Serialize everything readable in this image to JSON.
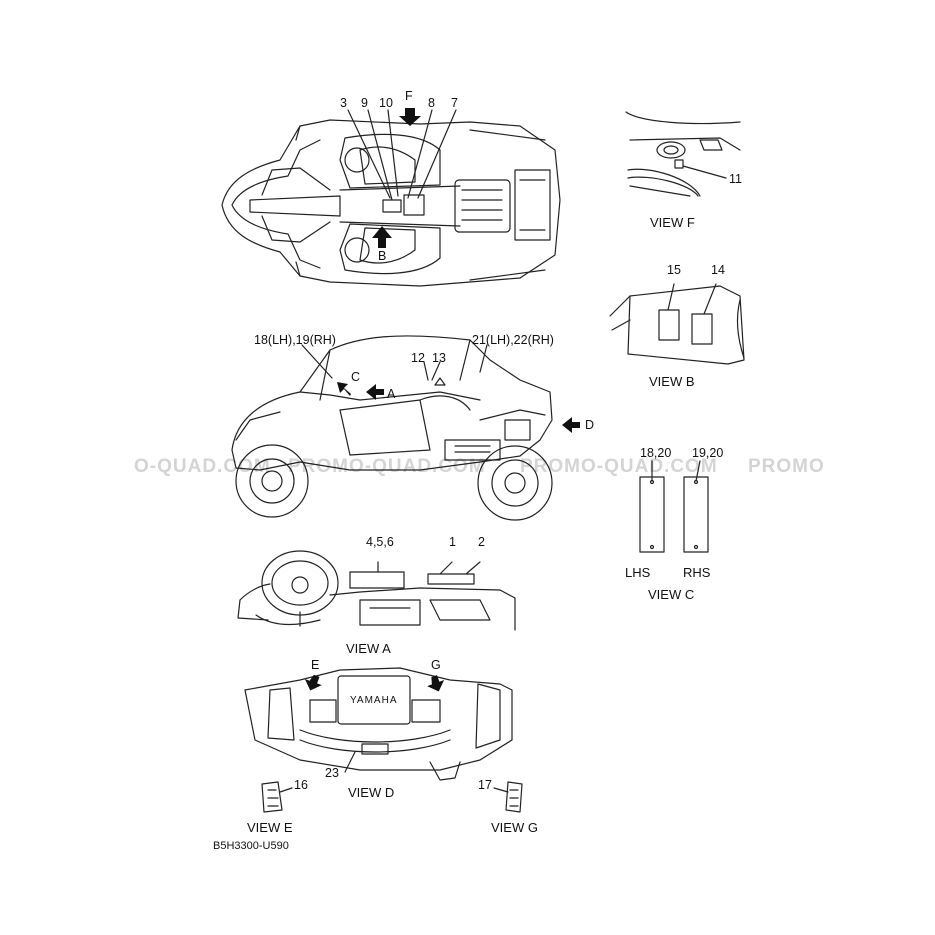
{
  "callouts": {
    "n1": "1",
    "n2": "2",
    "n3": "3",
    "n456": "4,5,6",
    "n7": "7",
    "n8": "8",
    "n9": "9",
    "n10": "10",
    "n11": "11",
    "n12": "12",
    "n13": "13",
    "n14": "14",
    "n15": "15",
    "n16": "16",
    "n17": "17",
    "n18_19": "18(LH),19(RH)",
    "n18_20": "18,20",
    "n19_20": "19,20",
    "n21_22": "21(LH),22(RH)",
    "n23": "23"
  },
  "letters": {
    "a": "A",
    "b": "B",
    "c": "C",
    "d": "D",
    "e": "E",
    "f": "F",
    "g": "G"
  },
  "views": {
    "a": "VIEW A",
    "b": "VIEW B",
    "c": "VIEW C",
    "d": "VIEW D",
    "e": "VIEW E",
    "f": "VIEW F",
    "g": "VIEW G"
  },
  "sides": {
    "lhs": "LHS",
    "rhs": "RHS"
  },
  "grille_brand": "YAMAHA",
  "drawing_code": "B5H3300-U590",
  "watermark": [
    "O-QUAD.COM",
    "PROMO-QUAD.COM",
    "PROMO-QUAD.COM",
    "PROMO"
  ]
}
